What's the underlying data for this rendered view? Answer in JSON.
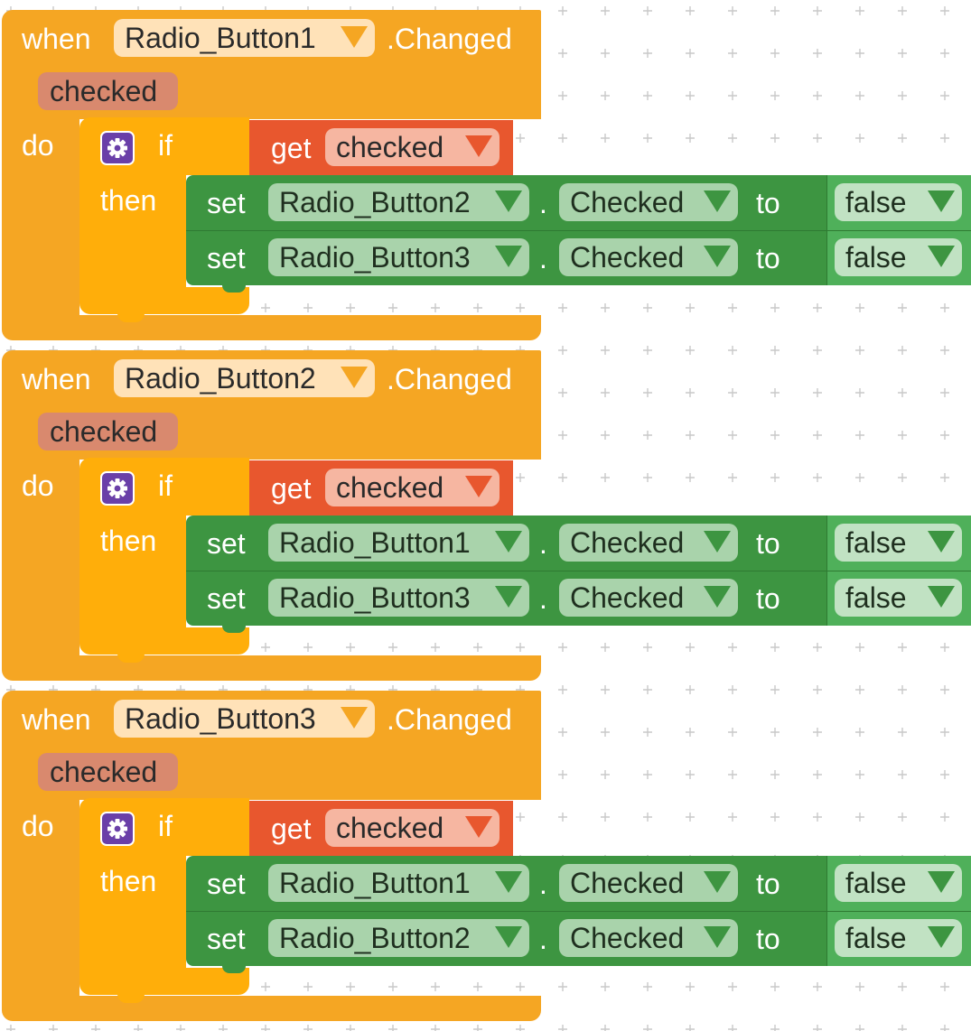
{
  "workspace": {
    "background": "#ffffff",
    "grid_color": "#c9c9c9"
  },
  "colors": {
    "event_block": "#F5A623",
    "control_block": "#FFAE0A",
    "variable_block": "#E8572E",
    "setter_block": "#3D9541",
    "logic_block": "#4FB05A",
    "mutator_icon": "#6A3FA8"
  },
  "blocks": [
    {
      "when_label": "when",
      "component": "Radio_Button1",
      "event": ".Changed",
      "param": "checked",
      "do_label": "do",
      "if_label": "if",
      "then_label": "then",
      "mutator_icon": "gear-icon",
      "get_label": "get",
      "get_var": "checked",
      "setters": [
        {
          "set_label": "set",
          "component": "Radio_Button2",
          "dot": ".",
          "property": "Checked",
          "to_label": "to",
          "value": "false"
        },
        {
          "set_label": "set",
          "component": "Radio_Button3",
          "dot": ".",
          "property": "Checked",
          "to_label": "to",
          "value": "false"
        }
      ]
    },
    {
      "when_label": "when",
      "component": "Radio_Button2",
      "event": ".Changed",
      "param": "checked",
      "do_label": "do",
      "if_label": "if",
      "then_label": "then",
      "mutator_icon": "gear-icon",
      "get_label": "get",
      "get_var": "checked",
      "setters": [
        {
          "set_label": "set",
          "component": "Radio_Button1",
          "dot": ".",
          "property": "Checked",
          "to_label": "to",
          "value": "false"
        },
        {
          "set_label": "set",
          "component": "Radio_Button3",
          "dot": ".",
          "property": "Checked",
          "to_label": "to",
          "value": "false"
        }
      ]
    },
    {
      "when_label": "when",
      "component": "Radio_Button3",
      "event": ".Changed",
      "param": "checked",
      "do_label": "do",
      "if_label": "if",
      "then_label": "then",
      "mutator_icon": "gear-icon",
      "get_label": "get",
      "get_var": "checked",
      "setters": [
        {
          "set_label": "set",
          "component": "Radio_Button1",
          "dot": ".",
          "property": "Checked",
          "to_label": "to",
          "value": "false"
        },
        {
          "set_label": "set",
          "component": "Radio_Button2",
          "dot": ".",
          "property": "Checked",
          "to_label": "to",
          "value": "false"
        }
      ]
    }
  ]
}
